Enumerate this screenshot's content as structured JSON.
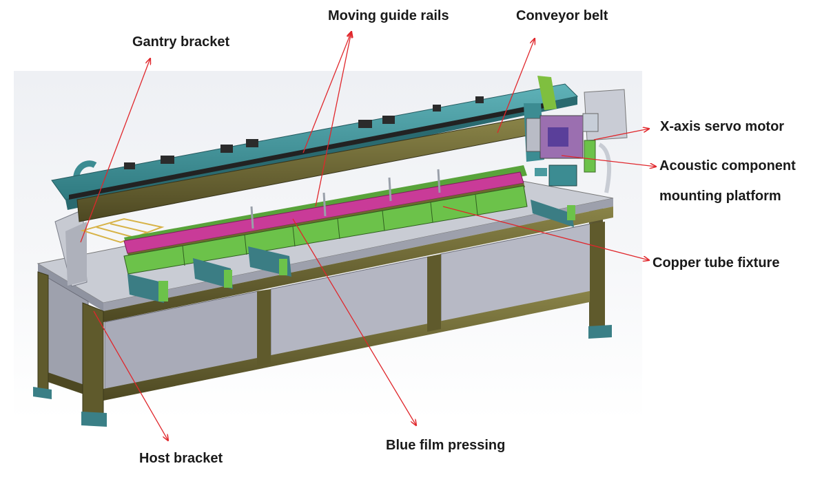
{
  "labels": {
    "moving_guide_rails": "Moving guide rails",
    "conveyor_belt": "Conveyor belt",
    "gantry_bracket": "Gantry bracket",
    "x_axis_servo_motor": "X-axis servo motor",
    "acoustic_line1": "Acoustic component",
    "acoustic_line2": "mounting platform",
    "copper_tube_fixture": "Copper tube fixture",
    "blue_film_pressing": "Blue film pressing",
    "host_bracket": "Host bracket"
  },
  "colors": {
    "arrow": "#e0262b",
    "frame": "#58532a",
    "gantry": "#3c8c92",
    "fixture": "#6cc24a",
    "film": "#d0339a",
    "panel": "#a7a9b6"
  }
}
